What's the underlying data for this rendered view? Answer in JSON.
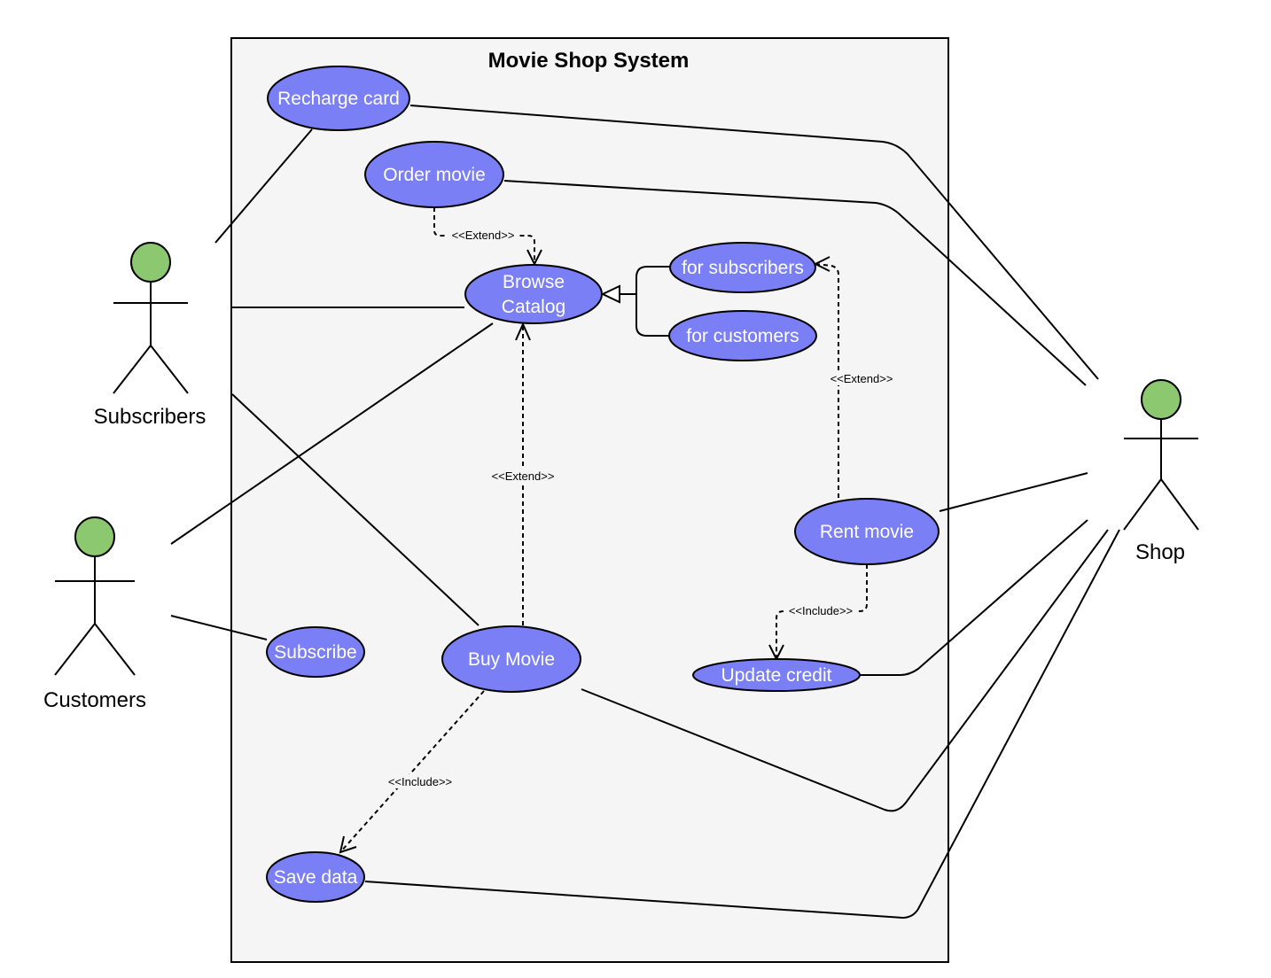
{
  "diagram": {
    "system_title": "Movie Shop System",
    "colors": {
      "use_case_fill": "#7b7ff6",
      "actor_head_fill": "#8cc870",
      "system_boundary_fill": "#f5f5f5"
    },
    "actors": {
      "subscribers": "Subscribers",
      "customers": "Customers",
      "shop": "Shop"
    },
    "use_cases": {
      "recharge_card": "Recharge card",
      "order_movie": "Order movie",
      "browse_catalog_line1": "Browse",
      "browse_catalog_line2": "Catalog",
      "for_subscribers": "for subscribers",
      "for_customers": "for customers",
      "rent_movie": "Rent movie",
      "update_credit": "Update credit",
      "subscribe": "Subscribe",
      "buy_movie": "Buy Movie",
      "save_data": "Save data"
    },
    "relationships": {
      "order_extend": "<<Extend>>",
      "buy_extend": "<<Extend>>",
      "rent_extend": "<<Extend>>",
      "rent_include": "<<Include>>",
      "buy_include": "<<Include>>"
    }
  }
}
